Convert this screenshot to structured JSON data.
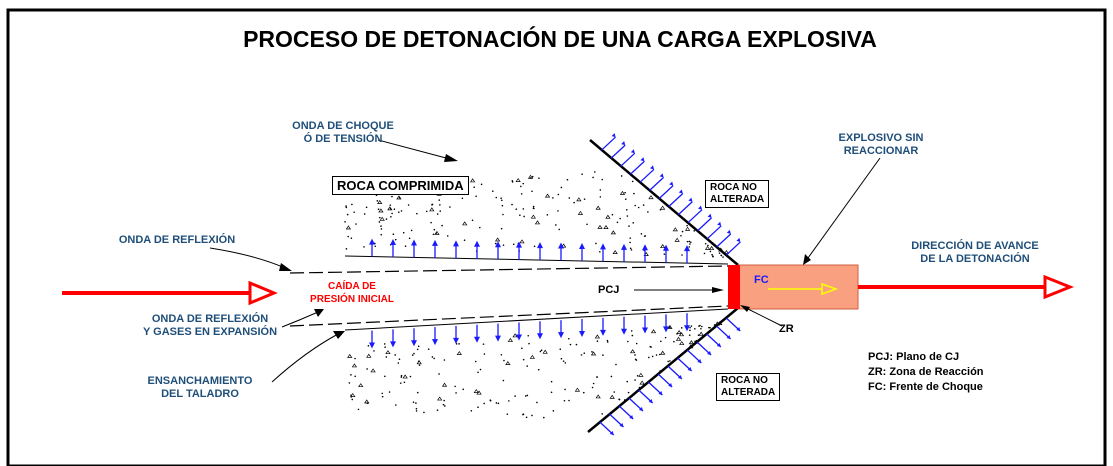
{
  "title": "PROCESO DE DETONACIÓN DE UNA CARGA EXPLOSIVA",
  "labels": {
    "shock_wave_1": "ONDA DE CHOQUE",
    "shock_wave_2": "Ó DE TENSIÓN",
    "compressed_rock": "ROCA COMPRIMIDA",
    "unaltered_rock_top_1": "ROCA NO",
    "unaltered_rock_top_2": "ALTERADA",
    "unaltered_rock_bottom_1": "ROCA NO",
    "unaltered_rock_bottom_2": "ALTERADA",
    "unreacted_explosive_1": "EXPLOSIVO SIN",
    "unreacted_explosive_2": "REACCIONAR",
    "reflection_wave": "ONDA DE REFLEXIÓN",
    "reflection_gases_1": "ONDA DE REFLEXIÓN",
    "reflection_gases_2": "Y GASES EN EXPANSIÓN",
    "widening_1": "ENSANCHAMIENTO",
    "widening_2": "DEL TALADRO",
    "pressure_drop_1": "CAÍDA DE",
    "pressure_drop_2": "PRESIÓN INICIAL",
    "pcj": "PCJ",
    "fc": "FC",
    "zr": "ZR",
    "direction_1": "DIRECCIÓN DE AVANCE",
    "direction_2": "DE LA DETONACIÓN"
  },
  "legend": [
    "PCJ: Plano de CJ",
    "ZR: Zona de Reacción",
    "FC: Frente de Choque"
  ],
  "colors": {
    "label_blue": "#1f4e79",
    "arrow_red": "#ff0000",
    "explosive_fill": "#f9a080",
    "reaction_zone": "#ff0000",
    "pressure_arrows": "#1a1aff",
    "fc_arrow": "#ffff00"
  }
}
